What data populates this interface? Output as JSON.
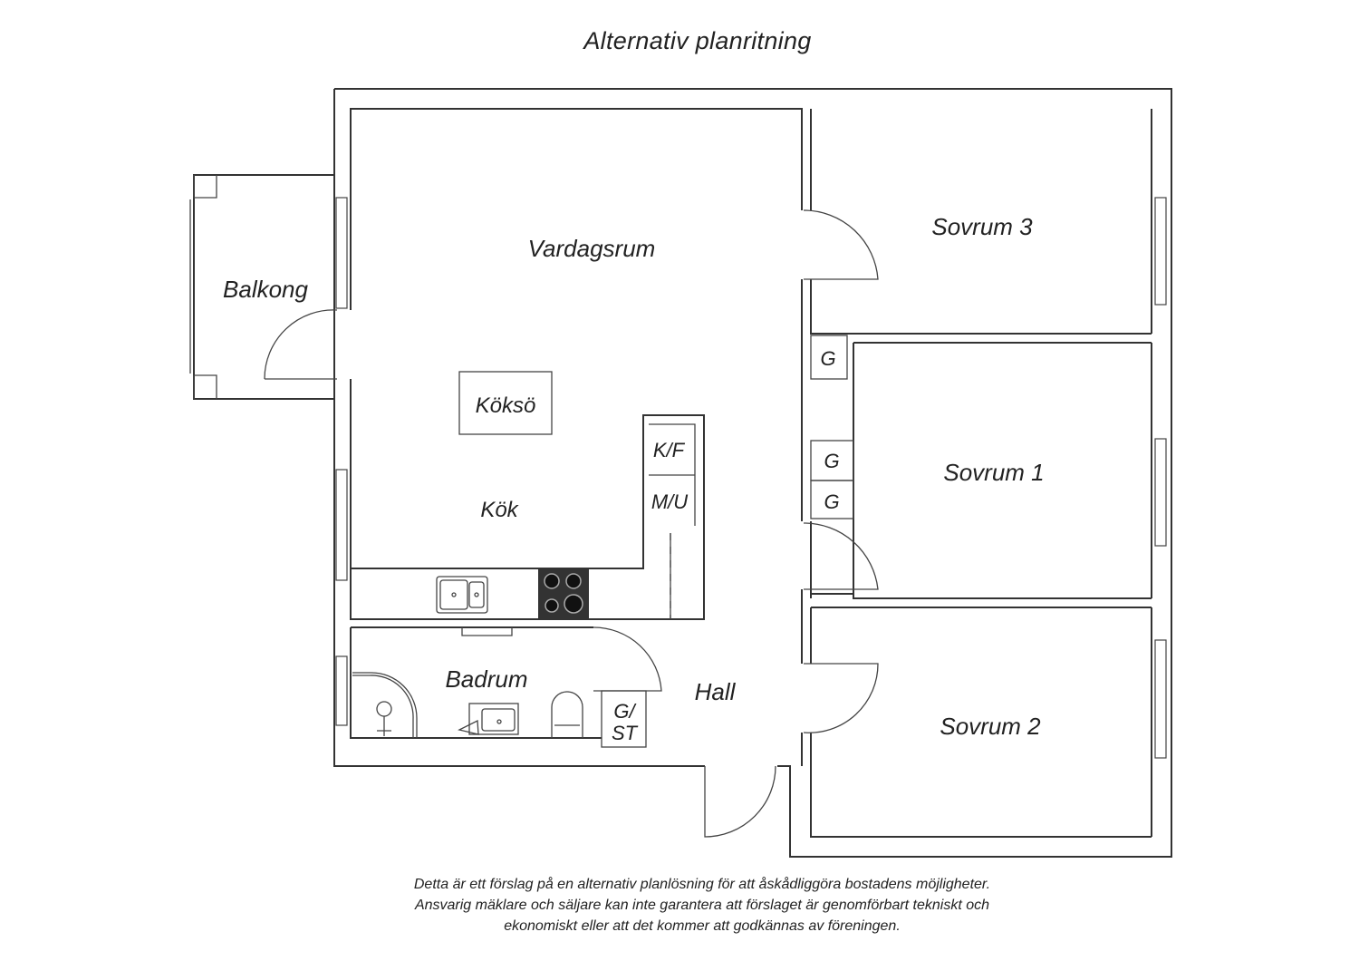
{
  "title": "Alternativ planritning",
  "rooms": {
    "balcony": "Balkong",
    "living_room": "Vardagsrum",
    "island": "Köksö",
    "kitchen": "Kök",
    "fridge_freezer": "K/F",
    "microwave_oven": "M/U",
    "bathroom": "Badrum",
    "hall": "Hall",
    "wardrobe_storage_line1": "G/",
    "wardrobe_storage_line2": "ST",
    "bedroom_3": "Sovrum 3",
    "bedroom_1": "Sovrum 1",
    "bedroom_2": "Sovrum 2",
    "wardrobe_bedroom_3": "G",
    "wardrobe_bedroom_1_upper": "G",
    "wardrobe_bedroom_1_lower": "G"
  },
  "disclaimer": {
    "line1": "Detta är ett förslag på en alternativ planlösning för att åskådliggöra bostadens möjligheter.",
    "line2": "Ansvarig mäklare och säljare kan inte garantera att förslaget är genomförbart tekniskt och",
    "line3": "ekonomiskt eller att det kommer att godkännas av föreningen."
  }
}
